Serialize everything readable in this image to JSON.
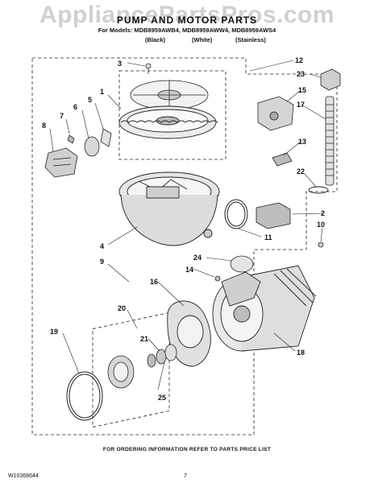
{
  "header": {
    "watermark": "AppliancePartsPros.com",
    "title": "PUMP AND MOTOR PARTS",
    "models": "For Models: MDB8959AWB4, MDB8959AWW4, MDB8959AWS4",
    "variants": [
      "(Black)",
      "(White)",
      "(Stainless)"
    ]
  },
  "callouts": [
    "3",
    "1",
    "5",
    "6",
    "7",
    "8",
    "12",
    "23",
    "15",
    "17",
    "13",
    "22",
    "2",
    "10",
    "4",
    "11",
    "9",
    "14",
    "24",
    "16",
    "20",
    "19",
    "21",
    "18",
    "25"
  ],
  "footer": {
    "ordering_note": "FOR ORDERING INFORMATION REFER TO PARTS PRICE LIST",
    "document_number": "W10368644",
    "page_number": "7"
  }
}
